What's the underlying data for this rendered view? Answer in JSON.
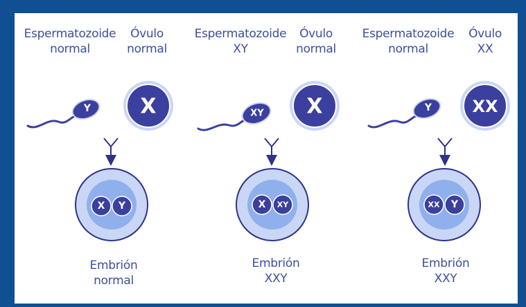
{
  "panels": [
    {
      "sperm_label": [
        "Espermatozoide",
        "normal"
      ],
      "ovum_label": [
        "Óvulo",
        "normal"
      ],
      "sperm_chromosome": "Y",
      "ovum_chromosome": "X",
      "embryo_chromosomes": [
        "X",
        "Y"
      ],
      "embryo_label": [
        "Embrión",
        "normal"
      ]
    },
    {
      "sperm_label": [
        "Espermatozoide",
        "XY"
      ],
      "ovum_label": [
        "Óvulo",
        "normal"
      ],
      "sperm_chromosome": "XY",
      "ovum_chromosome": "X",
      "embryo_chromosomes": [
        "X",
        "XY"
      ],
      "embryo_label": [
        "Embrión",
        "XXY"
      ]
    },
    {
      "sperm_label": [
        "Espermatozoide",
        "normal"
      ],
      "ovum_label": [
        "Óvulo",
        "XX"
      ],
      "sperm_chromosome": "Y",
      "ovum_chromosome": "XX",
      "embryo_chromosomes": [
        "XX",
        "Y"
      ],
      "embryo_label": [
        "Embrión",
        "XXY"
      ]
    }
  ],
  "colors": {
    "background": "#0f4f92",
    "text": "#3a4fa0",
    "cell_dark": "#3b3f9e",
    "cell_light": "#c9d6f5",
    "nucleus": "#8fb0ec",
    "outline": "#2d3388"
  }
}
